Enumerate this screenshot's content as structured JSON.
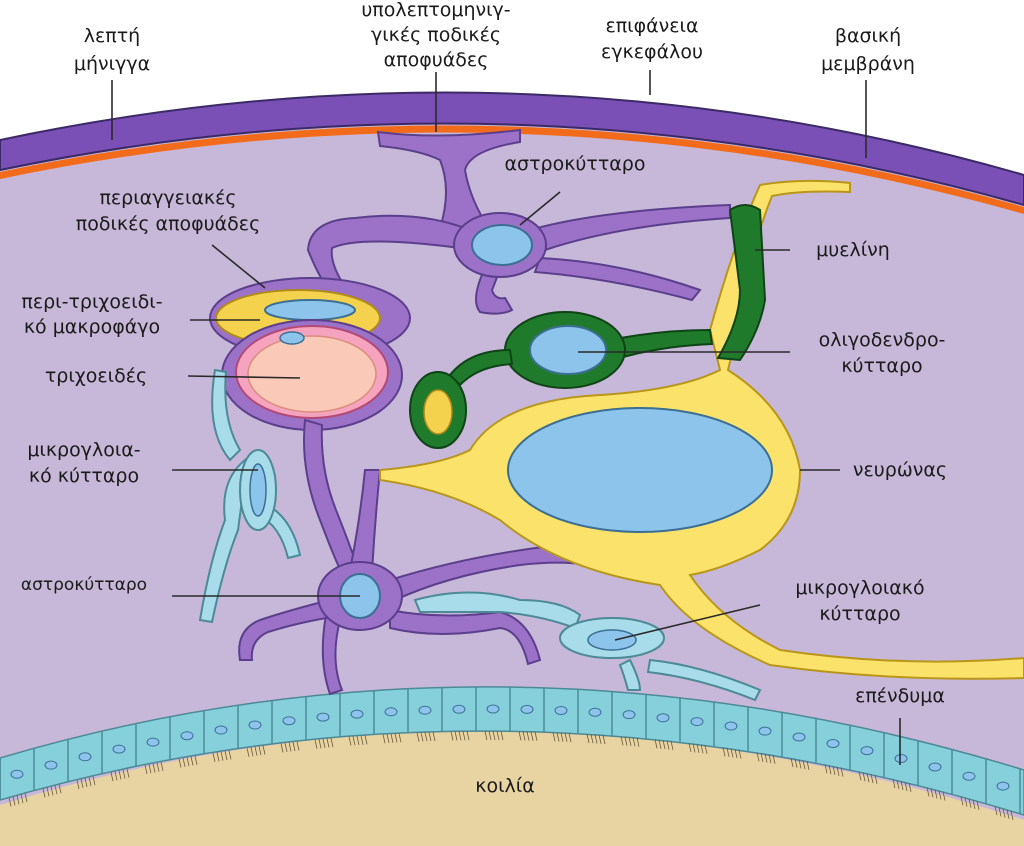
{
  "labels": {
    "pia_mater": [
      "λεπτή",
      "μήνιγγα"
    ],
    "subpial_feet": [
      "υπολεπτομηνιγ-",
      "γικές ποδικές",
      "αποφυάδες"
    ],
    "brain_surface": [
      "επιφάνεια",
      "εγκεφάλου"
    ],
    "basement_membrane": [
      "βασική",
      "μεμβράνη"
    ],
    "astrocyte_top": "αστροκύτταρο",
    "perivascular_feet": [
      "περιαγγειακές",
      "ποδικές αποφυάδες"
    ],
    "pericapillary_macrophage": [
      "περι-τριχοειδι-",
      "κό μακροφάγο"
    ],
    "capillary": "τριχοειδές",
    "myelin": "μυελίνη",
    "oligodendrocyte": [
      "ολιγοδενδρο-",
      "κύτταρο"
    ],
    "microglia_left": [
      "μικρογλοια-",
      "κό κύτταρο"
    ],
    "neuron": "νευρώνας",
    "astrocyte_bottom": "αστροκύτταρο",
    "microglia_right": [
      "μικρογλοιακό",
      "κύτταρο"
    ],
    "ependyma": "επένδυμα",
    "ventricle": "κοιλία"
  },
  "colors": {
    "background": "#c7b7d8",
    "pia": "#7a4fb6",
    "basement": "#f26b1a",
    "astrocyte": "#9b72c8",
    "nucleus": "#8cc4ec",
    "oligodendrocyte": "#1f7a2c",
    "neuron": "#fbe36b",
    "microglia": "#a9dcea",
    "capillary": "#f5a3bf",
    "ependyma": "#86d0dc",
    "ventricle": "#e8d3a3"
  }
}
